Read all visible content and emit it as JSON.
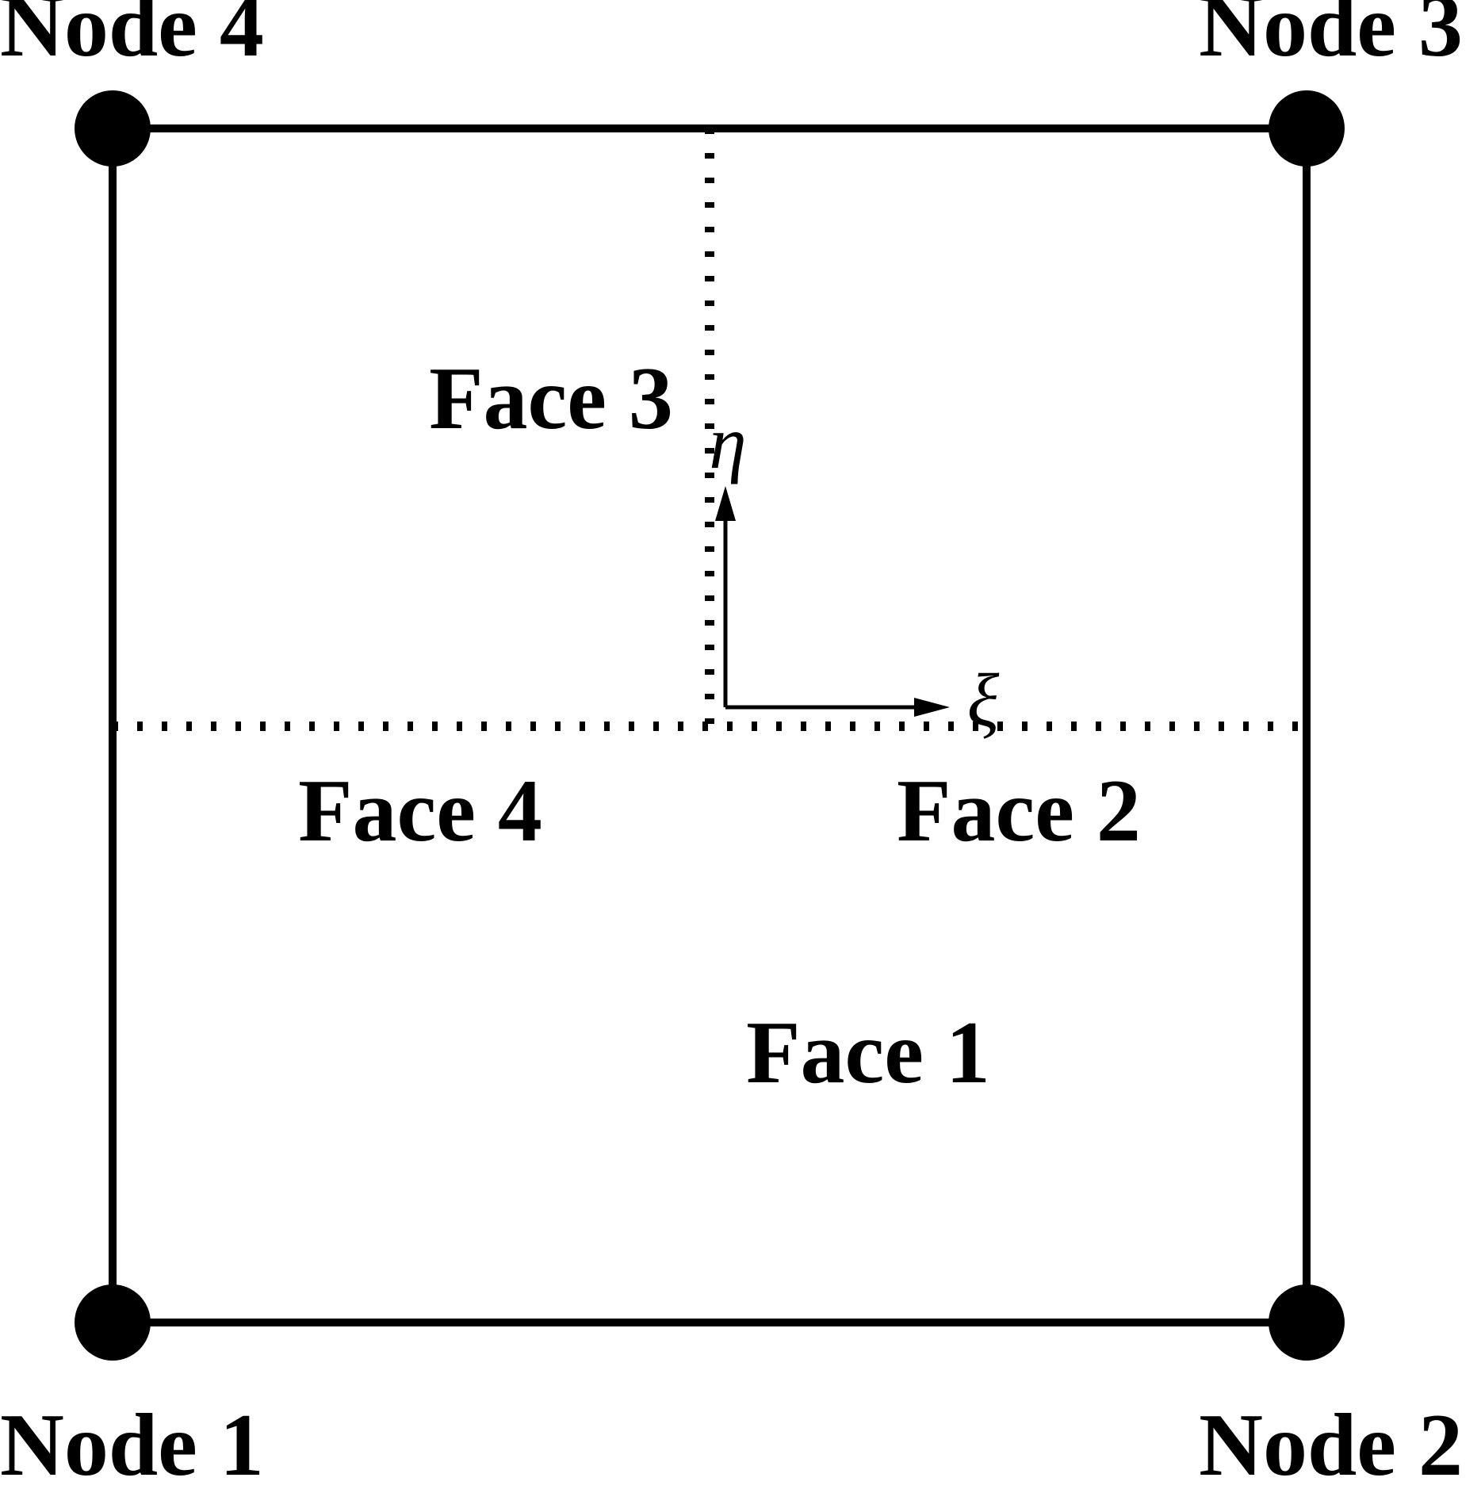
{
  "figure": {
    "description": "Quadrilateral finite element reference diagram with corner nodes, faces and local coordinate system",
    "background_color": "#ffffff",
    "ink_color": "#000000"
  },
  "nodes": [
    {
      "id": 1,
      "label": "Node 1",
      "position": "bottom-left"
    },
    {
      "id": 2,
      "label": "Node 2",
      "position": "bottom-right"
    },
    {
      "id": 3,
      "label": "Node 3",
      "position": "top-right"
    },
    {
      "id": 4,
      "label": "Node 4",
      "position": "top-left"
    }
  ],
  "faces": [
    {
      "id": 1,
      "label": "Face 1",
      "position": "bottom-center-quadrant"
    },
    {
      "id": 2,
      "label": "Face 2",
      "position": "right-quadrant"
    },
    {
      "id": 3,
      "label": "Face 3",
      "position": "top-quadrant"
    },
    {
      "id": 4,
      "label": "Face 4",
      "position": "left-quadrant"
    }
  ],
  "axes": {
    "x_label": "ξ",
    "y_label": "η"
  }
}
